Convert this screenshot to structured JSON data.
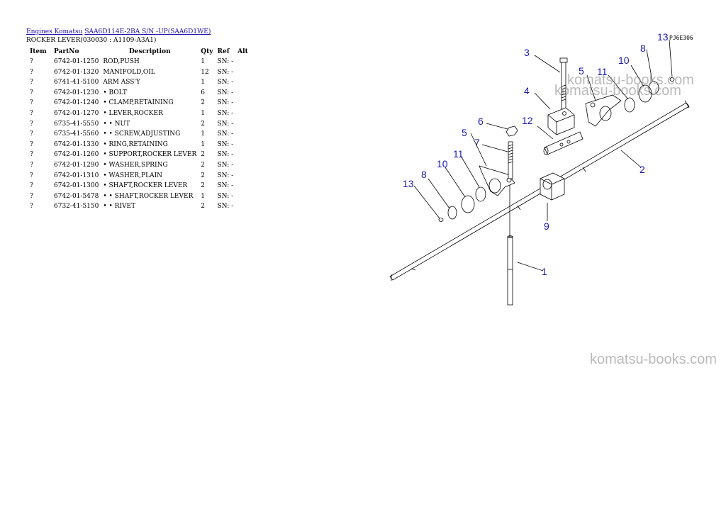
{
  "breadcrumb": {
    "link1": "Engines Komatsu",
    "link2": "SAA6D114E-2BA S/N  -UP(SAA6D1WE)"
  },
  "subtitle": "ROCKER LEVER(030030 : A1109-A3A1)",
  "table": {
    "headers": {
      "item": "Item",
      "partno": "PartNo",
      "description": "Description",
      "qty": "Qty",
      "ref": "Ref",
      "alt": "Alt"
    },
    "rows": [
      {
        "item": "?",
        "partno": "6742-01-1250",
        "description": "ROD,PUSH",
        "qty": "1",
        "ref": "SN: -",
        "alt": ""
      },
      {
        "item": "?",
        "partno": "6742-01-1320",
        "description": "MANIFOLD,OIL",
        "qty": "12",
        "ref": "SN: -",
        "alt": ""
      },
      {
        "item": "?",
        "partno": "6741-41-5100",
        "description": "ARM ASS'Y",
        "qty": "1",
        "ref": "SN: -",
        "alt": ""
      },
      {
        "item": "?",
        "partno": "6742-01-1230",
        "description": "• BOLT",
        "qty": "6",
        "ref": "SN: -",
        "alt": ""
      },
      {
        "item": "?",
        "partno": "6742-01-1240",
        "description": "• CLAMP,RETAINING",
        "qty": "2",
        "ref": "SN: -",
        "alt": ""
      },
      {
        "item": "?",
        "partno": "6742-01-1270",
        "description": "• LEVER,ROCKER",
        "qty": "1",
        "ref": "SN: -",
        "alt": ""
      },
      {
        "item": "?",
        "partno": "6735-41-5550",
        "description": "• • NUT",
        "qty": "2",
        "ref": "SN: -",
        "alt": ""
      },
      {
        "item": "?",
        "partno": "6735-41-5560",
        "description": "• • SCREW,ADJUSTING",
        "qty": "1",
        "ref": "SN: -",
        "alt": ""
      },
      {
        "item": "?",
        "partno": "6742-01-1330",
        "description": "• RING,RETAINING",
        "qty": "1",
        "ref": "SN: -",
        "alt": ""
      },
      {
        "item": "?",
        "partno": "6742-01-1260",
        "description": "• SUPPORT,ROCKER LEVER",
        "qty": "2",
        "ref": "SN: -",
        "alt": ""
      },
      {
        "item": "?",
        "partno": "6742-01-1290",
        "description": "• WASHER,SPRING",
        "qty": "2",
        "ref": "SN: -",
        "alt": ""
      },
      {
        "item": "?",
        "partno": "6742-01-1310",
        "description": "• WASHER,PLAIN",
        "qty": "2",
        "ref": "SN: -",
        "alt": ""
      },
      {
        "item": "?",
        "partno": "6742-01-1300",
        "description": "• SHAFT,ROCKER LEVER",
        "qty": "2",
        "ref": "SN: -",
        "alt": ""
      },
      {
        "item": "?",
        "partno": "6742-01-5478",
        "description": "• • SHAFT,ROCKER LEVER",
        "qty": "1",
        "ref": "SN: -",
        "alt": ""
      },
      {
        "item": "?",
        "partno": "6732-41-5150",
        "description": "• • RIVET",
        "qty": "2",
        "ref": "SN: -",
        "alt": ""
      }
    ]
  },
  "diagram": {
    "drawing_code": "PJ6E306",
    "callouts": {
      "c1": "1",
      "c2": "2",
      "c3": "3",
      "c4": "4",
      "c5a": "5",
      "c5b": "5",
      "c6": "6",
      "c7": "7",
      "c8a": "8",
      "c8b": "8",
      "c9": "9",
      "c10a": "10",
      "c10b": "10",
      "c11a": "11",
      "c11b": "11",
      "c12": "12",
      "c13a": "13",
      "c13b": "13"
    },
    "line_color": "#000000",
    "callout_color": "#1a1ab0"
  },
  "watermarks": {
    "w1": "komatsu-books.com",
    "w2": "komatsu-books.com",
    "w3": "komatsu-books.com"
  }
}
